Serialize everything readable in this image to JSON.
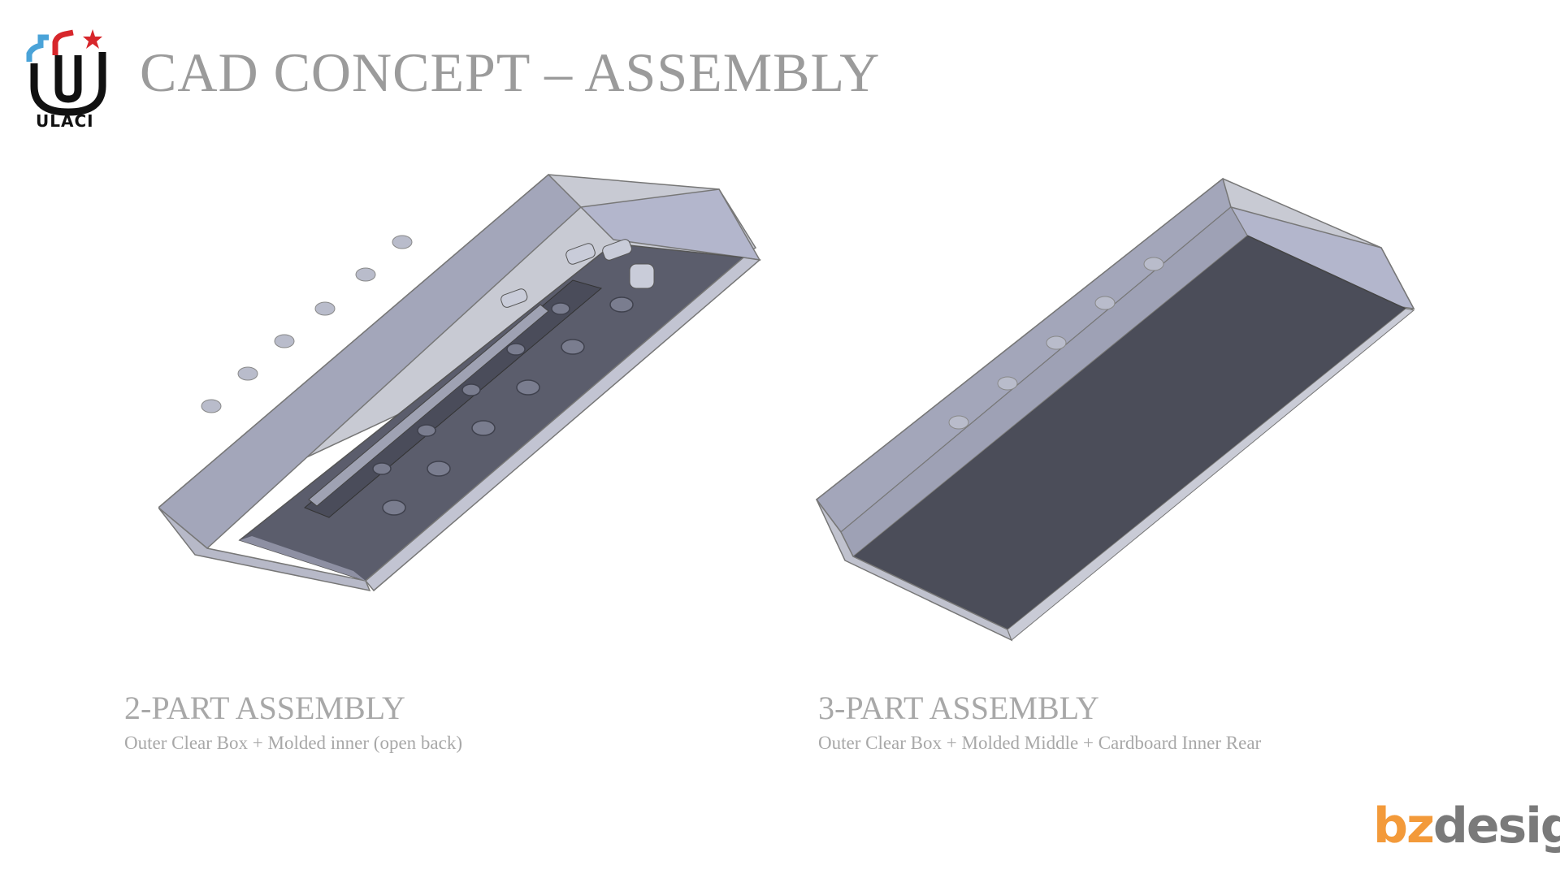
{
  "logo": {
    "text": "ULACI",
    "icon": "ulaci-u-logo"
  },
  "title": "CAD CONCEPT – ASSEMBLY",
  "panels": [
    {
      "title": "2-PART ASSEMBLY",
      "subtitle": "Outer Clear Box + Molded inner (open back)",
      "icon": "two-part-assembly-render"
    },
    {
      "title": "3-PART ASSEMBLY",
      "subtitle": "Outer Clear Box + Molded Middle + Cardboard Inner Rear",
      "icon": "three-part-assembly-render"
    }
  ],
  "brand": {
    "part1": "bz",
    "part2": "design"
  },
  "colors": {
    "title_gray": "#9b9b9b",
    "accent_orange": "#f39a3a",
    "brand_gray": "#7a7a7a",
    "logo_red": "#d7262b",
    "logo_blue": "#4aa3d8"
  }
}
